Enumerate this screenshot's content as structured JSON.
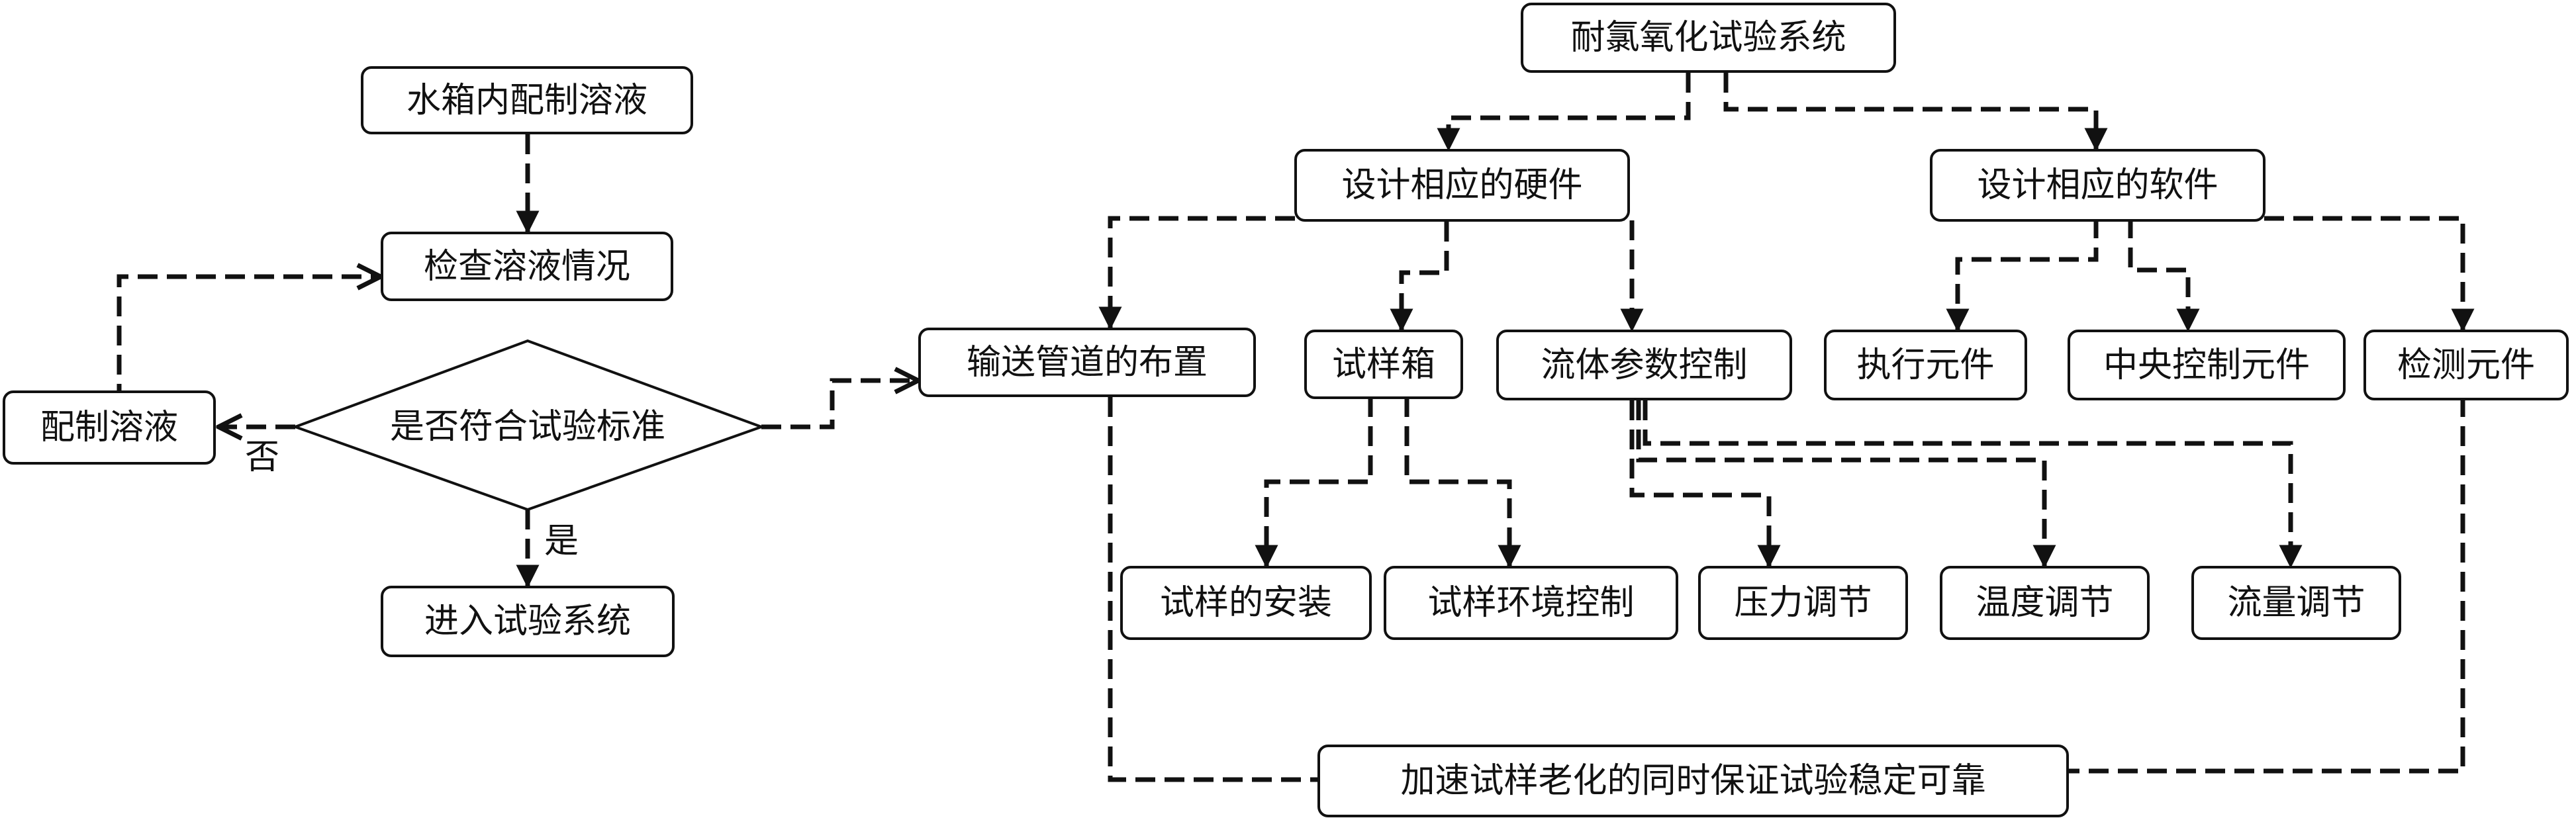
{
  "flow": {
    "n1": "水箱内配制溶液",
    "n2": "检查溶液情况",
    "decision": "是否符合试验标准",
    "n_prepare": "配制溶液",
    "n_enter": "进入试验系统",
    "label_no": "否",
    "label_yes": "是"
  },
  "tree": {
    "root": "耐氯氧化试验系统",
    "hardware": "设计相应的硬件",
    "software": "设计相应的软件",
    "pipeline": "输送管道的布置",
    "specimen_box": "试样箱",
    "fluid_control": "流体参数控制",
    "actuator": "执行元件",
    "central_control": "中央控制元件",
    "detection": "检测元件",
    "specimen_install": "试样的安装",
    "specimen_env": "试样环境控制",
    "pressure": "压力调节",
    "temperature": "温度调节",
    "flow_rate": "流量调节",
    "goal": "加速试样老化的同时保证试验稳定可靠"
  }
}
